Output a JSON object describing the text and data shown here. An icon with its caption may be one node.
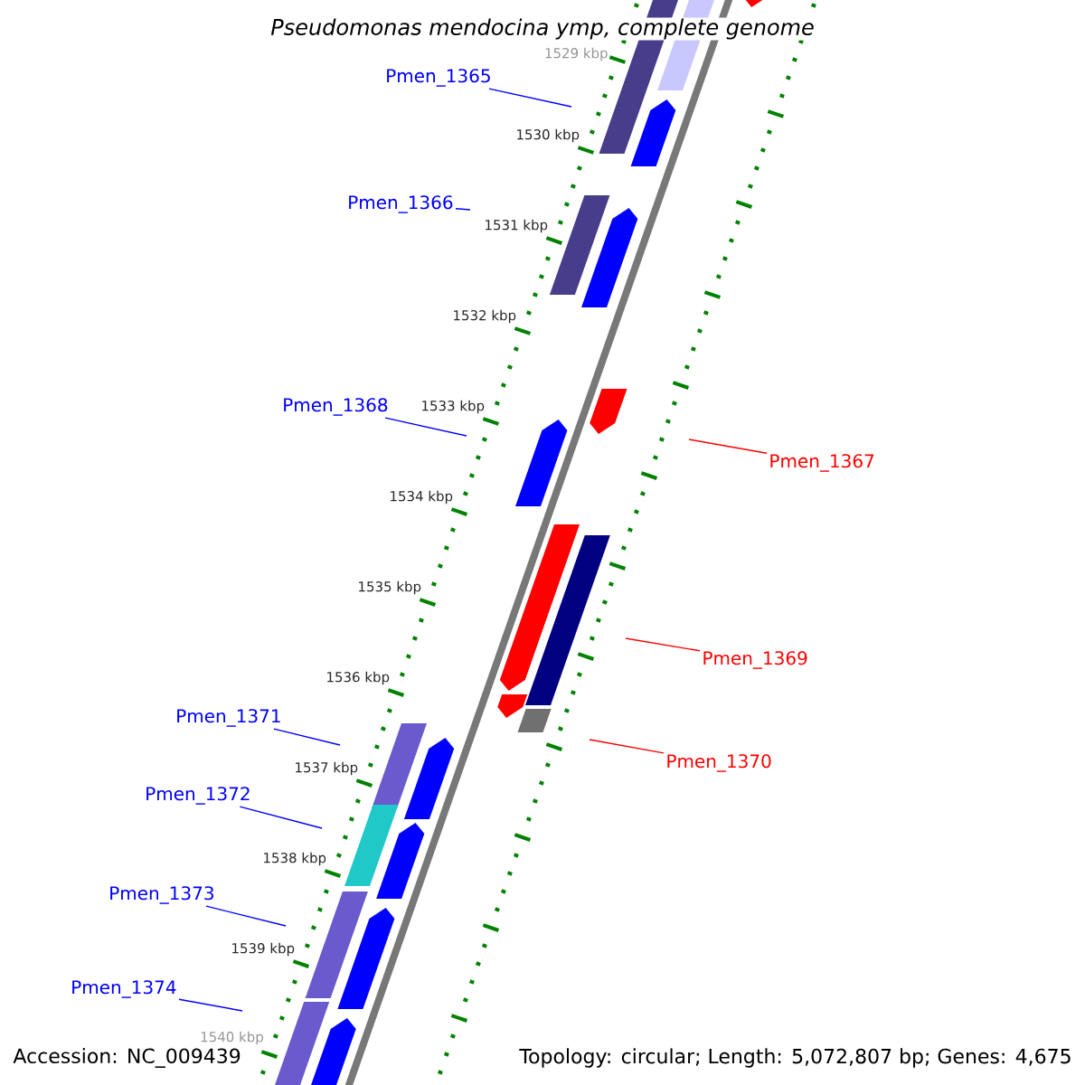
{
  "diagram": {
    "title": "Pseudomonas mendocina ymp, complete genome",
    "nodes": [
      {
        "text": [
          "Pmen_1365"
        ]
      },
      {
        "text": [
          "Pmen_1366"
        ]
      },
      {
        "text": [
          "Pmen_1368"
        ]
      },
      {
        "text": [
          "Pmen_1367"
        ]
      },
      {
        "text": [
          "Pmen_1369"
        ]
      },
      {
        "text": [
          "Pmen_1371"
        ]
      },
      {
        "text": [
          "Pmen_1370"
        ]
      },
      {
        "text": [
          "Pmen_1372"
        ]
      },
      {
        "text": [
          "Pmen_1373"
        ]
      },
      {
        "text": [
          "Pmen_1374"
        ]
      }
    ],
    "edges": [
      {
        "from": 0,
        "to": null,
        "arrow": "none"
      },
      {
        "from": 1,
        "to": null,
        "arrow": "none"
      },
      {
        "from": 2,
        "to": null,
        "arrow": "none"
      },
      {
        "from": 3,
        "to": null,
        "arrow": "none",
        "color": "#ff0000"
      },
      {
        "from": 4,
        "to": null,
        "arrow": "none",
        "color": "#ff0000"
      },
      {
        "from": 5,
        "to": null,
        "arrow": "none"
      },
      {
        "from": 6,
        "to": null,
        "arrow": "none",
        "color": "#ff0000"
      },
      {
        "from": 7,
        "to": null,
        "arrow": "none"
      },
      {
        "from": 8,
        "to": null,
        "arrow": "none"
      },
      {
        "from": 9,
        "to": null,
        "arrow": "none"
      }
    ],
    "labels": [
      "1529 kbp",
      "1530 kbp",
      "1531 kbp",
      "1532 kbp",
      "1533 kbp",
      "1534 kbp",
      "1535 kbp",
      "1536 kbp",
      "1537 kbp",
      "1538 kbp",
      "1539 kbp",
      "1540 kbp",
      "Accession: NC_009439",
      "Topology: circular; Length: 5,072,807 bp; Genes: 4,675"
    ]
  }
}
